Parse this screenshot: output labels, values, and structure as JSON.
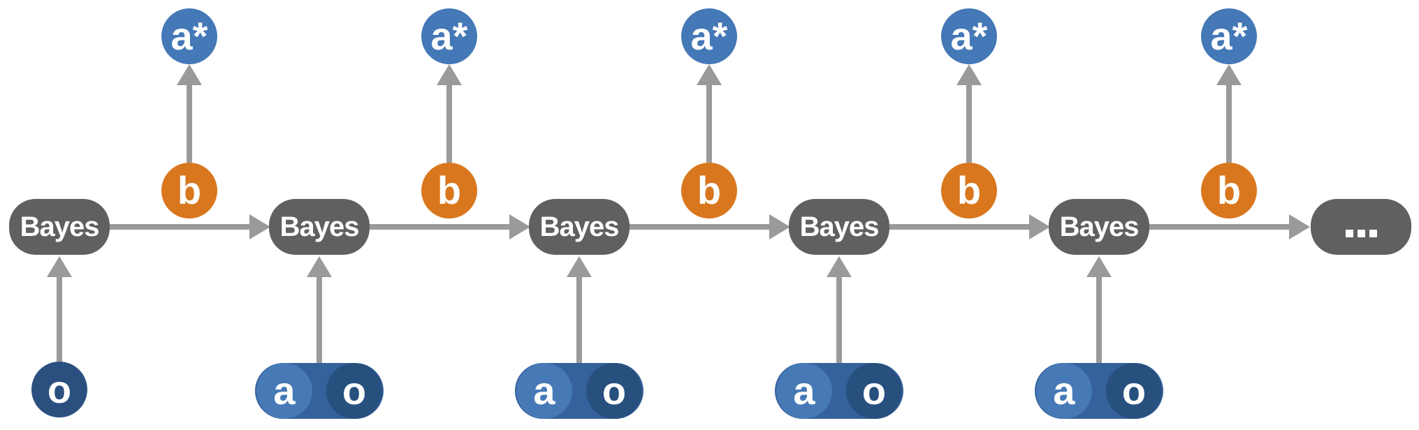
{
  "diagram": {
    "type": "flow-diagram",
    "description": "Recurrent Bayes filter chain: observations and actions feed Bayes updates that produce beliefs, each belief yields an optimal action",
    "labels": {
      "bayes": "Bayes",
      "belief": "b",
      "optimal_action": "a*",
      "action": "a",
      "observation": "o",
      "continuation": "..."
    },
    "units": [
      {
        "bayes": "Bayes",
        "belief": "b",
        "optimal_action": "a*",
        "inputs": [
          "o"
        ]
      },
      {
        "bayes": "Bayes",
        "belief": "b",
        "optimal_action": "a*",
        "inputs": [
          "a",
          "o"
        ]
      },
      {
        "bayes": "Bayes",
        "belief": "b",
        "optimal_action": "a*",
        "inputs": [
          "a",
          "o"
        ]
      },
      {
        "bayes": "Bayes",
        "belief": "b",
        "optimal_action": "a*",
        "inputs": [
          "a",
          "o"
        ]
      },
      {
        "bayes": "Bayes",
        "belief": "b",
        "optimal_action": "a*",
        "inputs": [
          "a",
          "o"
        ]
      }
    ],
    "tail_label": "...",
    "colors": {
      "bayes_node": "#606062",
      "belief_node": "#D9771E",
      "optimal_action_node": "#4478B6",
      "action_node": "#4679B6",
      "observation_node": "#2B5080",
      "action_observation_pill": "#35619C",
      "arrow": "#9A9A9A",
      "label_text": "#FFFFFF",
      "background": "#FFFFFF"
    }
  }
}
